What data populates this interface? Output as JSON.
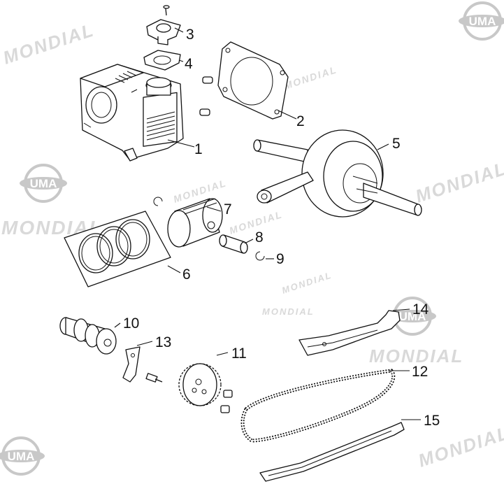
{
  "watermarks": {
    "brand_text": "MONDIAL",
    "logo_text": "UMA",
    "logo_color": "#c8c8c8"
  },
  "callouts": [
    {
      "id": "1",
      "part": "cylinder-block"
    },
    {
      "id": "2",
      "part": "cylinder-base-gasket"
    },
    {
      "id": "3",
      "part": "tensioner-cap"
    },
    {
      "id": "4",
      "part": "cap-gasket"
    },
    {
      "id": "5",
      "part": "crankshaft"
    },
    {
      "id": "6",
      "part": "piston-ring-set"
    },
    {
      "id": "7",
      "part": "piston"
    },
    {
      "id": "8",
      "part": "piston-pin"
    },
    {
      "id": "9",
      "part": "circlip"
    },
    {
      "id": "10",
      "part": "camshaft"
    },
    {
      "id": "11",
      "part": "cam-sprocket"
    },
    {
      "id": "12",
      "part": "timing-chain"
    },
    {
      "id": "13",
      "part": "cam-retainer-plate"
    },
    {
      "id": "14",
      "part": "chain-tensioner-guide"
    },
    {
      "id": "15",
      "part": "chain-guide"
    }
  ]
}
